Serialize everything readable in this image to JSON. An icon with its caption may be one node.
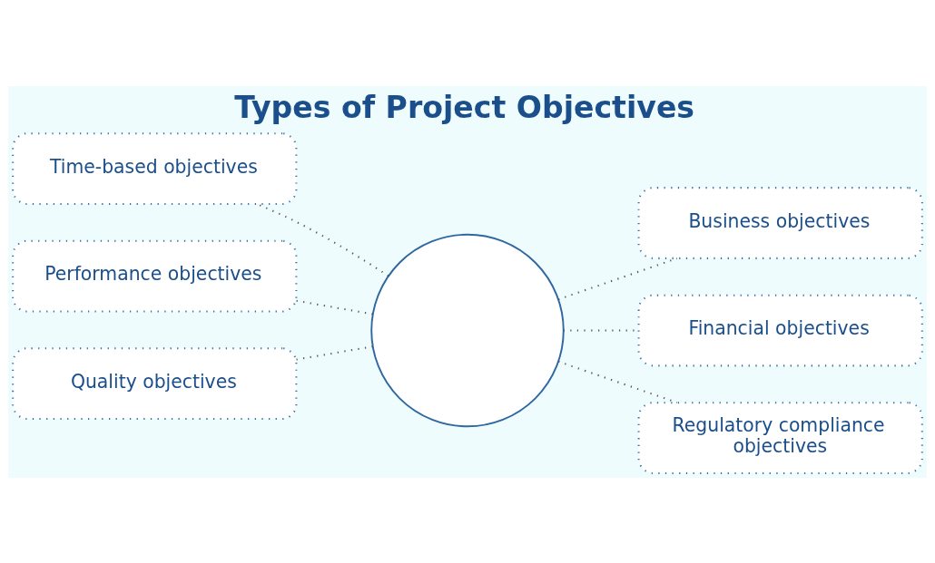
{
  "diagram": {
    "title": "Types of Project Objectives",
    "nodes": [
      {
        "text": [],
        "shape": "circle"
      },
      {
        "text": [
          "Time-based objectives"
        ]
      },
      {
        "text": [
          "Business objectives"
        ]
      },
      {
        "text": [
          "Performance objectives"
        ]
      },
      {
        "text": [
          "Financial objectives"
        ]
      },
      {
        "text": [
          "Quality objectives"
        ]
      },
      {
        "text": [
          "Regulatory compliance objectives"
        ]
      }
    ],
    "edges": [
      {
        "from": 0,
        "to": 1,
        "arrow": "none"
      },
      {
        "from": 0,
        "to": 2,
        "arrow": "none"
      },
      {
        "from": 0,
        "to": 3,
        "arrow": "none"
      },
      {
        "from": 0,
        "to": 4,
        "arrow": "none"
      },
      {
        "from": 0,
        "to": 5,
        "arrow": "none"
      },
      {
        "from": 0,
        "to": 6,
        "arrow": "none"
      }
    ]
  }
}
